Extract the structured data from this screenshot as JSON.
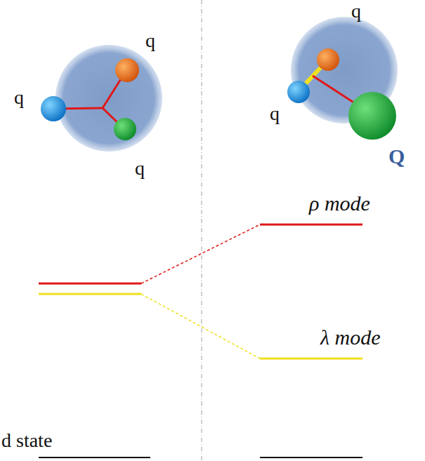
{
  "diagram": {
    "labels": [
      "q",
      "q",
      "q",
      "q",
      "q",
      "Q",
      "ρ mode",
      "λ mode",
      "d state"
    ]
  }
}
